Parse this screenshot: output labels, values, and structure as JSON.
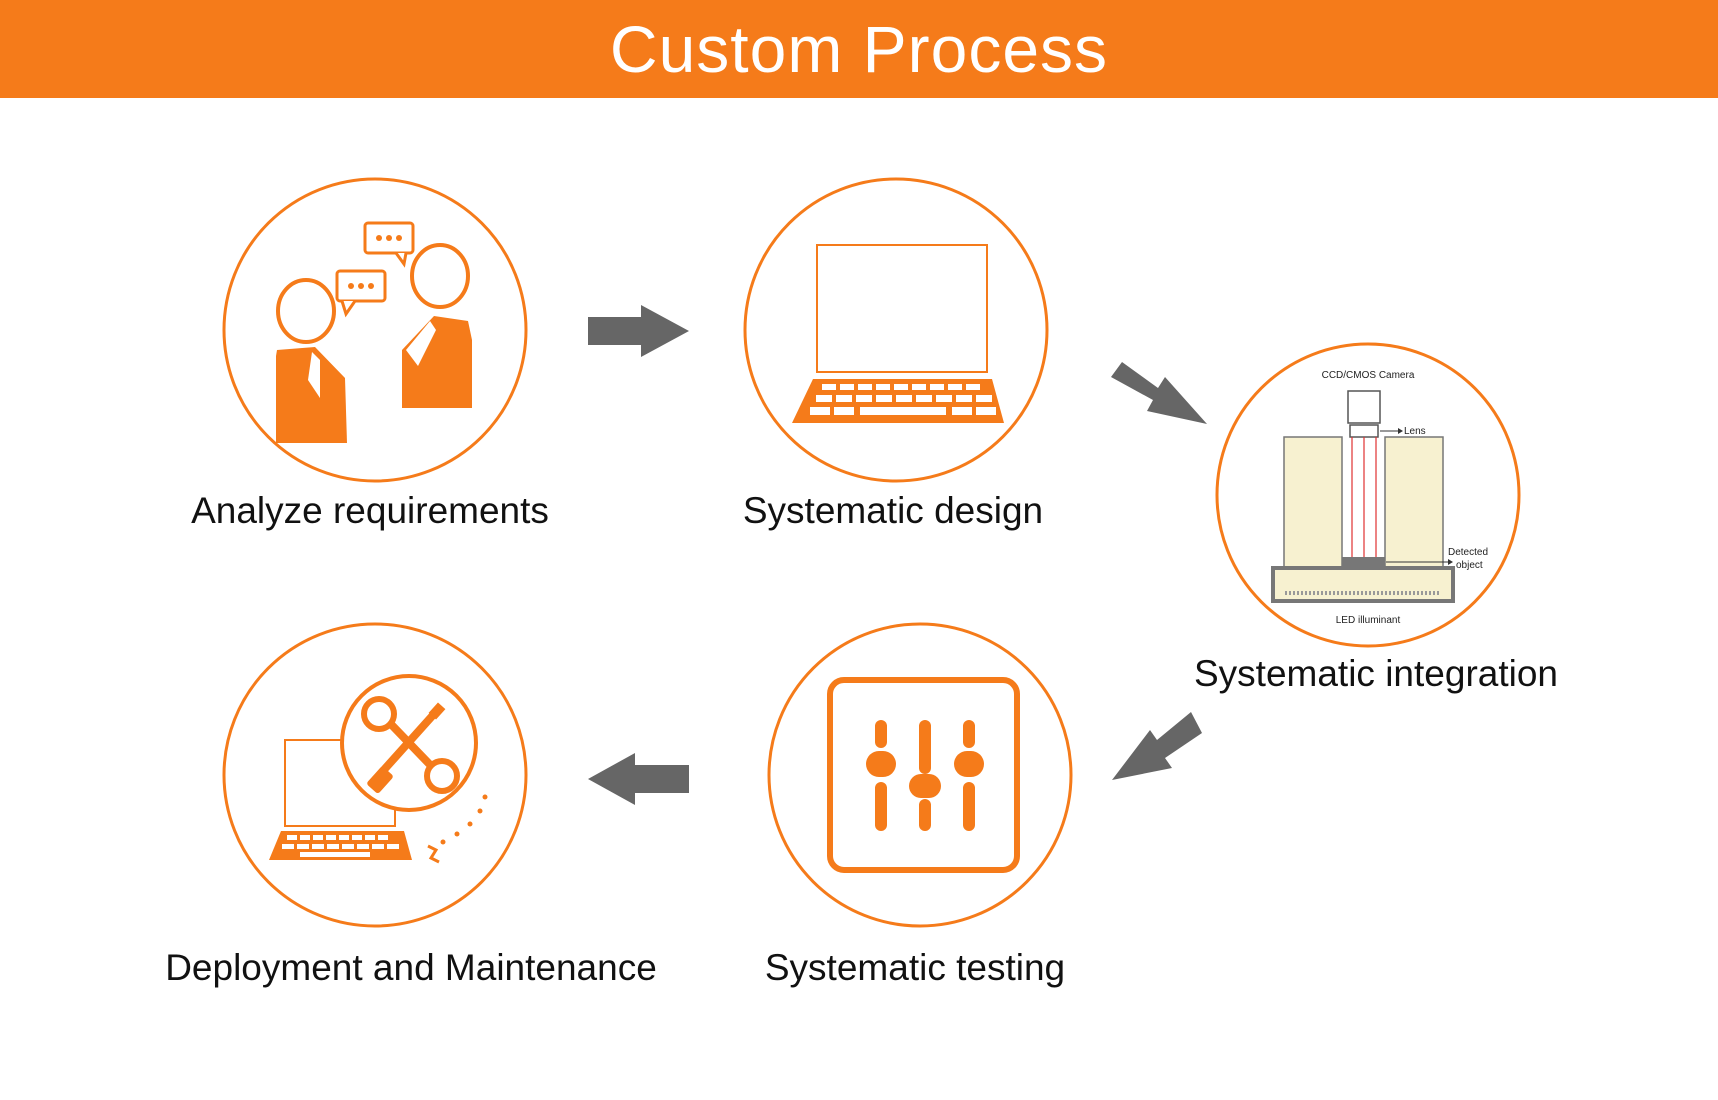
{
  "header": {
    "title": "Custom Process"
  },
  "accent_color": "#f57b1a",
  "arrow_color": "#666666",
  "steps": [
    {
      "label": "Analyze requirements",
      "icon": "people-discussion-icon"
    },
    {
      "label": "Systematic design",
      "icon": "laptop-icon"
    },
    {
      "label": "Systematic integration",
      "icon": "camera-inspection-diagram-icon"
    },
    {
      "label": "Systematic testing",
      "icon": "sliders-icon"
    },
    {
      "label": "Deployment and Maintenance",
      "icon": "laptop-tools-icon"
    }
  ],
  "integration_diagram": {
    "camera": "CCD/CMOS Camera",
    "lens": "Lens",
    "object_line1": "Detected",
    "object_line2": "object",
    "illuminant": "LED illuminant"
  }
}
